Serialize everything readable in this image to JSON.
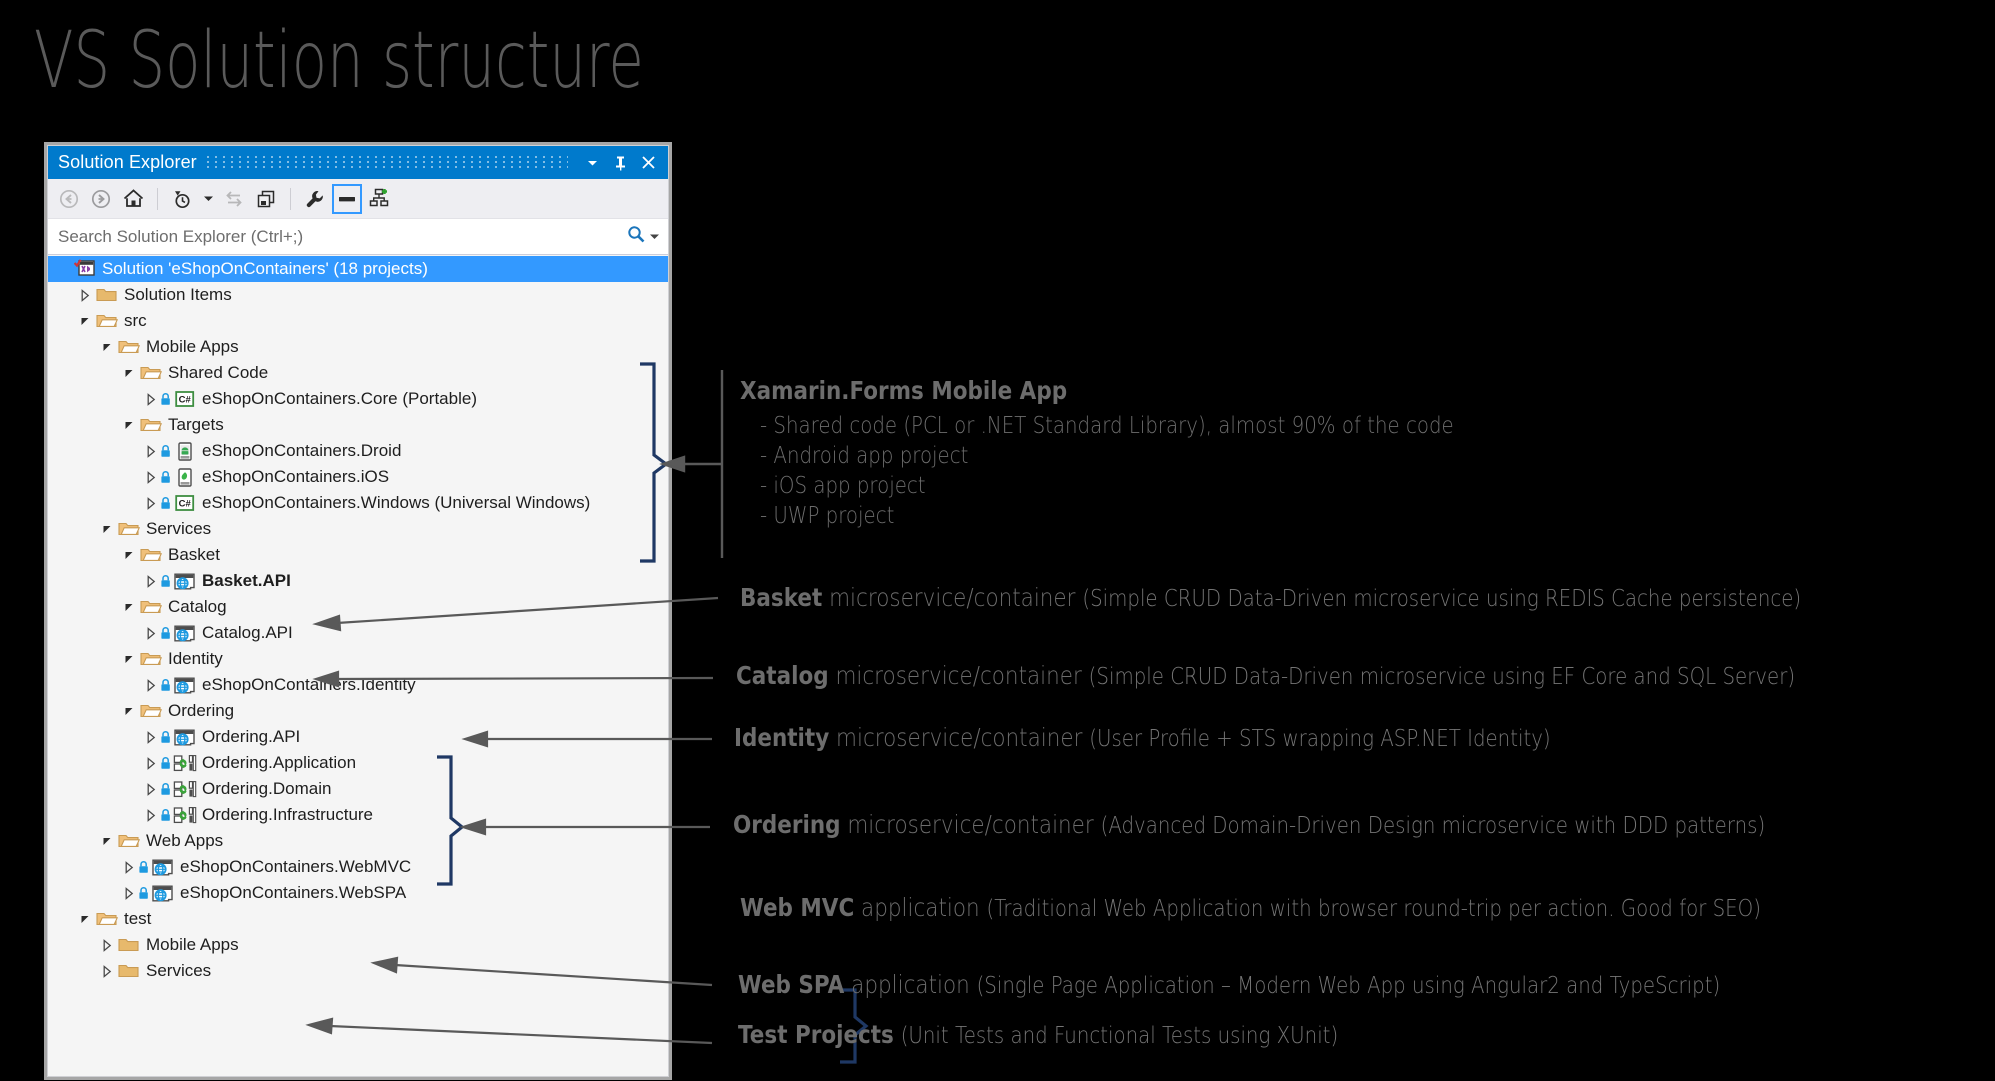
{
  "slide": {
    "title": "VS Solution structure",
    "title_color": "#5a5a5a",
    "background": "#000000"
  },
  "solution_explorer": {
    "titlebar": {
      "title": "Solution Explorer",
      "accent_color": "#007acc",
      "buttons": [
        "dropdown-chevron",
        "pin",
        "close"
      ]
    },
    "toolbar": {
      "icons": [
        "back-arrow-icon",
        "forward-arrow-icon",
        "home-icon",
        "pending-changes-clock-icon",
        "dropdown-chevron-icon",
        "sync-with-active-document-icon",
        "show-all-files-icon",
        "properties-wrench-icon",
        "preview-selected-items-icon",
        "view-class-diagram-icon"
      ]
    },
    "search": {
      "placeholder": "Search Solution Explorer (Ctrl+;)",
      "icons": [
        "search-icon",
        "search-dropdown-chevron-icon"
      ]
    },
    "tree": [
      {
        "label": "Solution 'eShopOnContainers' (18 projects)",
        "depth": 0,
        "icon": "solution-icon",
        "chevron": "none",
        "selected": true,
        "bold": false
      },
      {
        "label": "Solution Items",
        "depth": 1,
        "icon": "folder-closed-icon",
        "chevron": "collapsed",
        "selected": false,
        "bold": false
      },
      {
        "label": "src",
        "depth": 1,
        "icon": "folder-open-icon",
        "chevron": "expanded",
        "selected": false,
        "bold": false
      },
      {
        "label": "Mobile Apps",
        "depth": 2,
        "icon": "folder-open-icon",
        "chevron": "expanded",
        "selected": false,
        "bold": false
      },
      {
        "label": "Shared Code",
        "depth": 3,
        "icon": "folder-open-icon",
        "chevron": "expanded",
        "selected": false,
        "bold": false
      },
      {
        "label": "eShopOnContainers.Core (Portable)",
        "depth": 4,
        "icon": "csharp-project-icon",
        "chevron": "collapsed",
        "selected": false,
        "bold": false,
        "lock": true
      },
      {
        "label": "Targets",
        "depth": 3,
        "icon": "folder-open-icon",
        "chevron": "expanded",
        "selected": false,
        "bold": false
      },
      {
        "label": "eShopOnContainers.Droid",
        "depth": 4,
        "icon": "android-project-icon",
        "chevron": "collapsed",
        "selected": false,
        "bold": false,
        "lock": true
      },
      {
        "label": "eShopOnContainers.iOS",
        "depth": 4,
        "icon": "ios-project-icon",
        "chevron": "collapsed",
        "selected": false,
        "bold": false,
        "lock": true
      },
      {
        "label": "eShopOnContainers.Windows (Universal Windows)",
        "depth": 4,
        "icon": "csharp-project-icon",
        "chevron": "collapsed",
        "selected": false,
        "bold": false,
        "lock": true
      },
      {
        "label": "Services",
        "depth": 2,
        "icon": "folder-open-icon",
        "chevron": "expanded",
        "selected": false,
        "bold": false
      },
      {
        "label": "Basket",
        "depth": 3,
        "icon": "folder-open-icon",
        "chevron": "expanded",
        "selected": false,
        "bold": false
      },
      {
        "label": "Basket.API",
        "depth": 4,
        "icon": "web-project-icon",
        "chevron": "collapsed",
        "selected": false,
        "bold": true,
        "lock": true
      },
      {
        "label": "Catalog",
        "depth": 3,
        "icon": "folder-open-icon",
        "chevron": "expanded",
        "selected": false,
        "bold": false
      },
      {
        "label": "Catalog.API",
        "depth": 4,
        "icon": "web-project-icon",
        "chevron": "collapsed",
        "selected": false,
        "bold": false,
        "lock": true
      },
      {
        "label": "Identity",
        "depth": 3,
        "icon": "folder-open-icon",
        "chevron": "expanded",
        "selected": false,
        "bold": false
      },
      {
        "label": "eShopOnContainers.Identity",
        "depth": 4,
        "icon": "web-project-icon",
        "chevron": "collapsed",
        "selected": false,
        "bold": false,
        "lock": true
      },
      {
        "label": "Ordering",
        "depth": 3,
        "icon": "folder-open-icon",
        "chevron": "expanded",
        "selected": false,
        "bold": false
      },
      {
        "label": "Ordering.API",
        "depth": 4,
        "icon": "web-project-icon",
        "chevron": "collapsed",
        "selected": false,
        "bold": false,
        "lock": true
      },
      {
        "label": "Ordering.Application",
        "depth": 4,
        "icon": "library-project-icon",
        "chevron": "collapsed",
        "selected": false,
        "bold": false,
        "lock": true
      },
      {
        "label": "Ordering.Domain",
        "depth": 4,
        "icon": "library-project-icon",
        "chevron": "collapsed",
        "selected": false,
        "bold": false,
        "lock": true
      },
      {
        "label": "Ordering.Infrastructure",
        "depth": 4,
        "icon": "library-project-icon",
        "chevron": "collapsed",
        "selected": false,
        "bold": false,
        "lock": true
      },
      {
        "label": "Web Apps",
        "depth": 2,
        "icon": "folder-open-icon",
        "chevron": "expanded",
        "selected": false,
        "bold": false
      },
      {
        "label": "eShopOnContainers.WebMVC",
        "depth": 3,
        "icon": "web-project-icon",
        "chevron": "collapsed",
        "selected": false,
        "bold": false,
        "lock": true
      },
      {
        "label": "eShopOnContainers.WebSPA",
        "depth": 3,
        "icon": "web-project-icon",
        "chevron": "collapsed",
        "selected": false,
        "bold": false,
        "lock": true
      },
      {
        "label": "test",
        "depth": 1,
        "icon": "folder-open-icon",
        "chevron": "expanded",
        "selected": false,
        "bold": false
      },
      {
        "label": "Mobile Apps",
        "depth": 2,
        "icon": "folder-closed-icon",
        "chevron": "collapsed",
        "selected": false,
        "bold": false
      },
      {
        "label": "Services",
        "depth": 2,
        "icon": "folder-closed-icon",
        "chevron": "collapsed",
        "selected": false,
        "bold": false
      }
    ]
  },
  "annotations": {
    "mobile": {
      "heading": "Xamarin.Forms Mobile App",
      "bullets": [
        "- Shared code (PCL or .NET Standard Library), almost 90% of the code",
        "- Android app project",
        "- iOS app project",
        "- UWP project"
      ]
    },
    "items": [
      {
        "bold": "Basket",
        "mid": " microservice/container ",
        "paren": "(Simple CRUD Data-Driven microservice using REDIS Cache persistence)"
      },
      {
        "bold": "Catalog",
        "mid": " microservice/container ",
        "paren": "(Simple CRUD Data-Driven microservice using EF Core and SQL Server)"
      },
      {
        "bold": "Identity",
        "mid": " microservice/container ",
        "paren": "(User Profile + STS wrapping ASP.NET Identity)"
      },
      {
        "bold": "Ordering",
        "mid": " microservice/container ",
        "paren": "(Advanced Domain-Driven Design microservice with DDD patterns)"
      },
      {
        "bold": "Web MVC",
        "mid": " application ",
        "paren": "(Traditional Web Application with browser round-trip per action. Good for SEO)"
      },
      {
        "bold": "Web SPA",
        "mid": " application ",
        "paren": "(Single Page Application – Modern Web App using Angular2 and TypeScript)"
      },
      {
        "bold": "Test Projects",
        "mid": " ",
        "paren": "(Unit Tests and Functional Tests using XUnit)"
      }
    ],
    "colors": {
      "text": "#6d6d6d",
      "bracket": "#1f3864",
      "arrow": "#595959"
    }
  }
}
